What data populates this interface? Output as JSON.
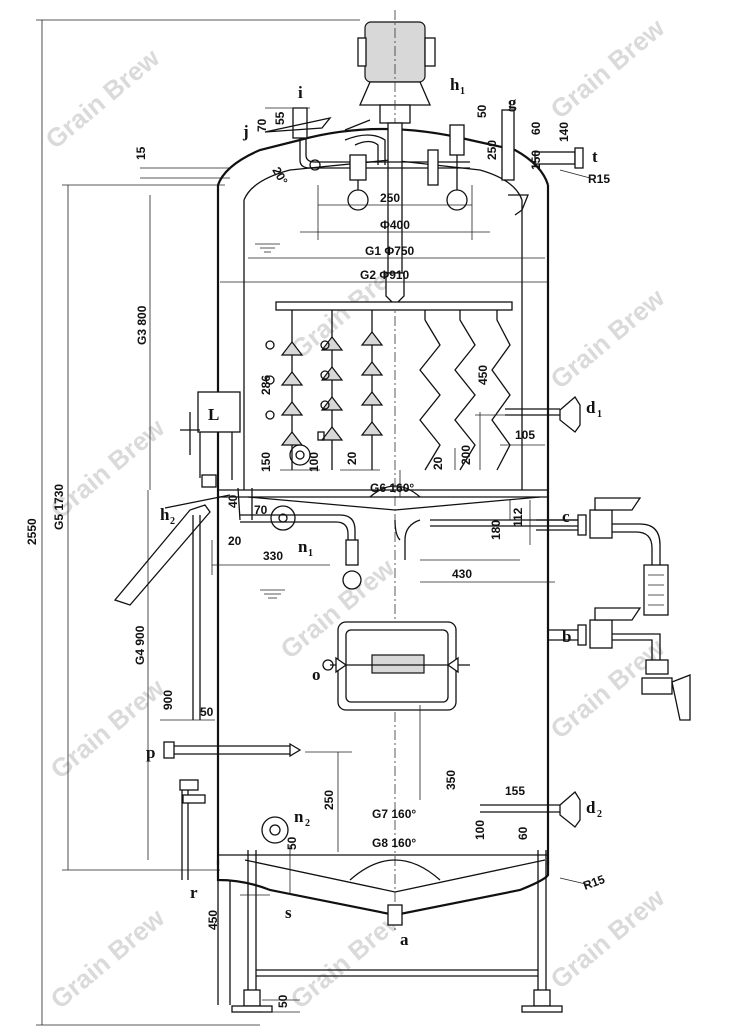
{
  "watermark": "Grain Brew",
  "overall": {
    "total_height": "2550",
    "body_height": "G5 1730",
    "top_gap": "15"
  },
  "top": {
    "d400": "Φ400",
    "d250": "250",
    "g1": "G1 Φ750",
    "g2": "G2 Φ910",
    "n70": "70",
    "n55": "55",
    "n50": "50",
    "n60": "60",
    "n140": "140",
    "n250": "250",
    "n150": "150",
    "angle20": "20°",
    "r15_top": "R15"
  },
  "middle": {
    "g3": "G3 800",
    "n286": "286",
    "n150": "150",
    "n100": "100",
    "n20a": "20",
    "n20b": "20",
    "n200": "200",
    "n450": "450",
    "n105": "105",
    "g6": "G6 160°",
    "n40": "40",
    "n70": "70",
    "n20c": "20",
    "n330": "330",
    "n180": "180",
    "n112": "112",
    "n430": "430"
  },
  "lower": {
    "g4": "G4 900",
    "n900": "900",
    "n50a": "50",
    "n350": "350",
    "n250": "250",
    "n155": "155",
    "n100": "100",
    "n60": "60",
    "n50b": "50",
    "g7": "G7 160°",
    "g8": "G8 160°",
    "n450": "450",
    "n50c": "50",
    "r15_bot": "R15"
  },
  "labels": {
    "i": "i",
    "j": "j",
    "h": "h",
    "h_sub": "1",
    "g": "g",
    "t": "t",
    "L": "L",
    "d": "d",
    "d1_sub": "1",
    "d2_sub": "2",
    "c": "c",
    "b": "b",
    "h2": "h",
    "h2_sub": "2",
    "n": "n",
    "n1_sub": "1",
    "n2": "n",
    "n2_sub": "2",
    "o": "o",
    "p": "p",
    "r": "r",
    "s": "s",
    "a": "a"
  }
}
